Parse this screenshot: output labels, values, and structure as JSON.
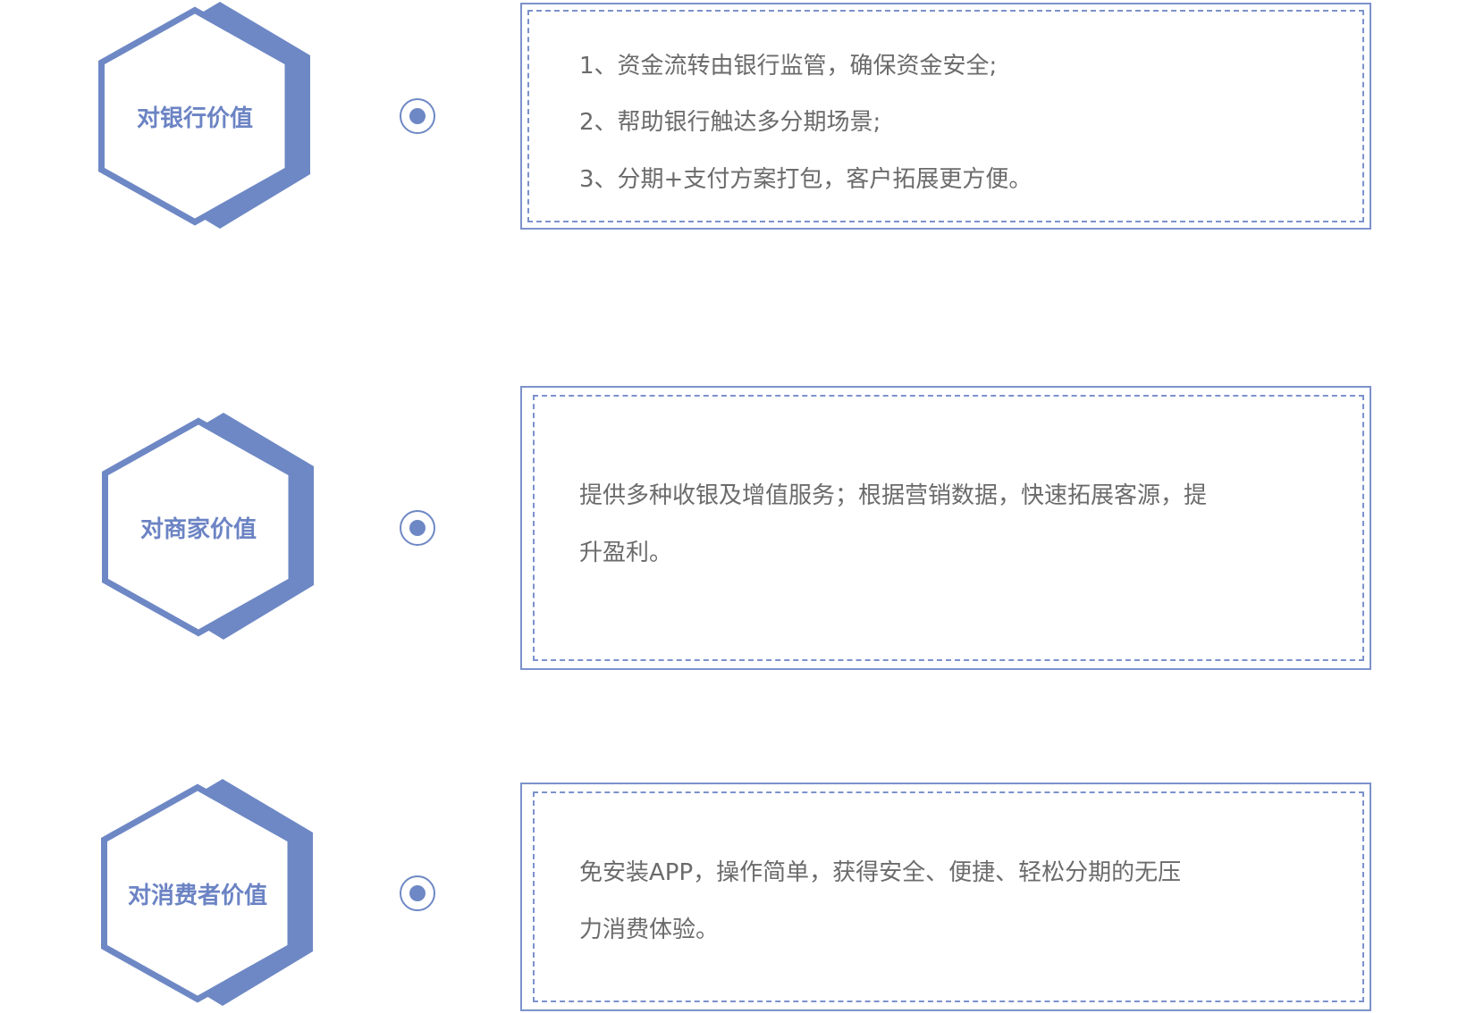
{
  "colors": {
    "accent": "#6e88c5",
    "text": "#6b6b6b"
  },
  "sections": [
    {
      "title": "对银行价值",
      "lines": [
        "1、资金流转由银行监管，确保资金安全;",
        "2、帮助银行触达多分期场景;",
        "3、分期+支付方案打包，客户拓展更方便。"
      ]
    },
    {
      "title": "对商家价值",
      "lines": [
        "提供多种收银及增值服务；根据营销数据，快速拓展客源，提",
        "升盈利。"
      ]
    },
    {
      "title": "对消费者价值",
      "lines": [
        "免安装APP，操作简单，获得安全、便捷、轻松分期的无压",
        "力消费体验。"
      ]
    }
  ]
}
